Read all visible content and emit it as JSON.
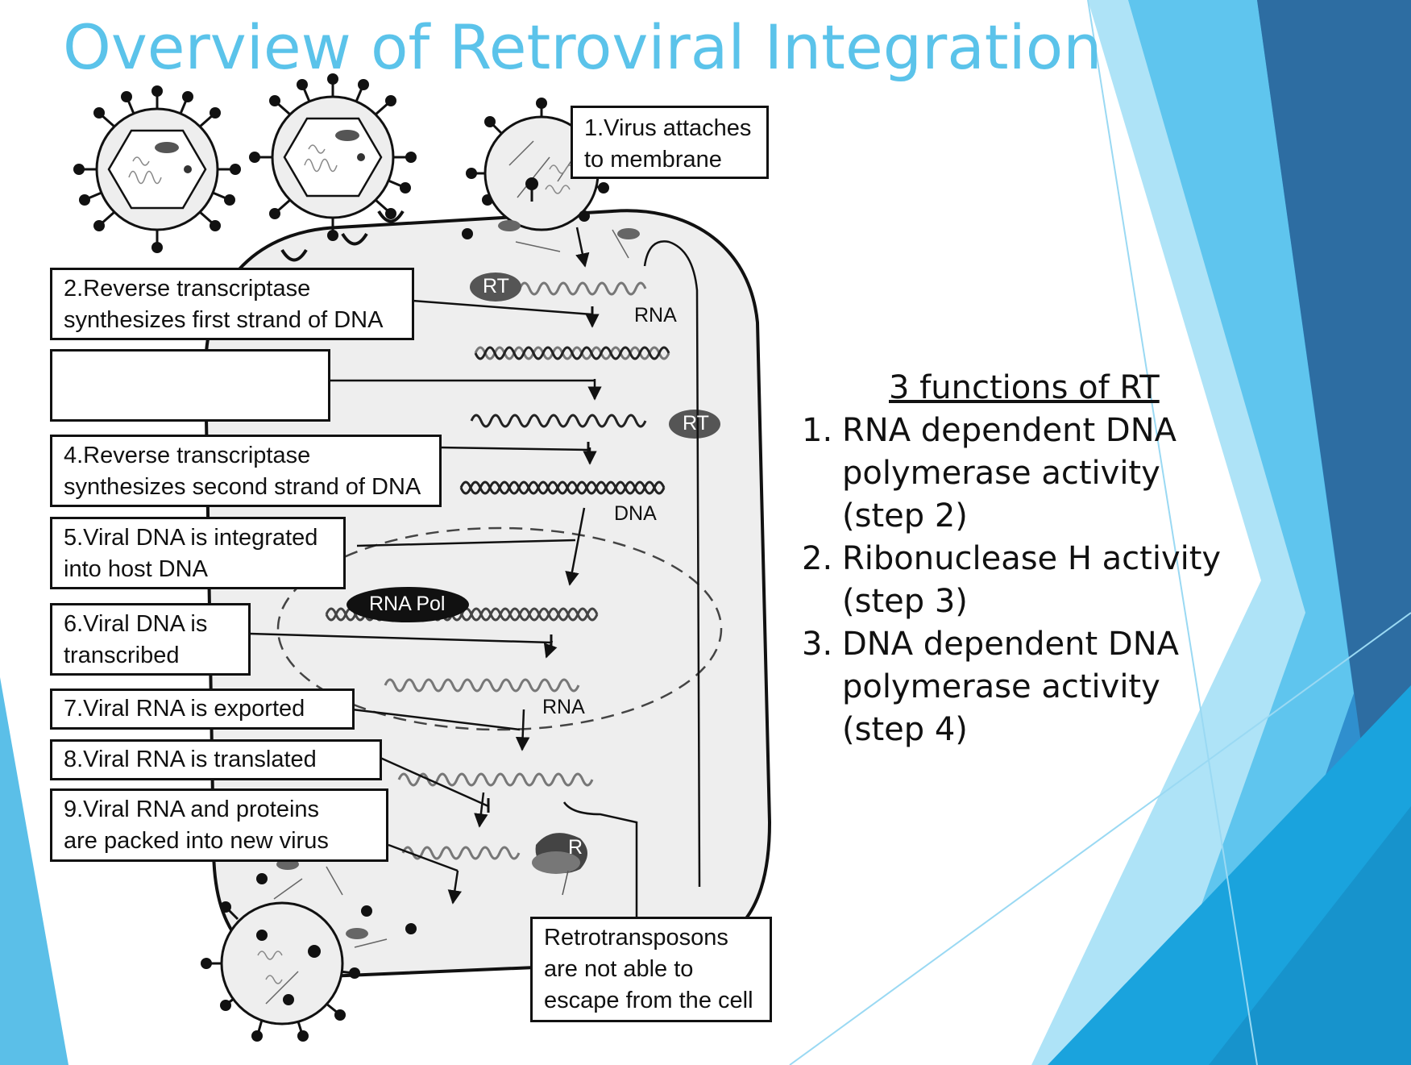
{
  "title": "Overview of Retroviral Integration",
  "steps": {
    "s1": [
      "1.Virus attaches",
      "to membrane"
    ],
    "s2": [
      "2.Reverse transcriptase",
      "synthesizes first strand of DNA"
    ],
    "s3": [
      "",
      ""
    ],
    "s4": [
      "4.Reverse transcriptase",
      "synthesizes second strand of DNA"
    ],
    "s5": [
      "5.Viral DNA is integrated",
      "into host DNA"
    ],
    "s6": [
      "6.Viral DNA is",
      "transcribed"
    ],
    "s7": [
      "7.Viral RNA is exported"
    ],
    "s8": [
      "8.Viral RNA is translated"
    ],
    "s9": [
      "9.Viral RNA and proteins",
      "are packed into new virus"
    ],
    "retro": [
      "Retrotransposons",
      "are not able to",
      "escape from the cell"
    ]
  },
  "labels": {
    "rt1": "RT",
    "rt2": "RT",
    "rna_top": "RNA",
    "dna": "DNA",
    "rna_pol": "RNA Pol",
    "rna_mid": "RNA",
    "ribosome": "R"
  },
  "functions": {
    "heading": "3 functions of RT",
    "items": [
      {
        "num": "1.",
        "lines": [
          "RNA dependent DNA",
          "polymerase activity",
          "(step 2)"
        ]
      },
      {
        "num": "2.",
        "lines": [
          "Ribonuclease H activity",
          "(step 3)"
        ]
      },
      {
        "num": "3.",
        "lines": [
          "DNA dependent DNA",
          "polymerase activity",
          "(step 4)"
        ]
      }
    ]
  },
  "colors": {
    "title": "#5bc3ea",
    "cell_fill": "#efefef",
    "dark_grey": "#555555",
    "blue_light": "#9ad9f3",
    "blue_mid": "#36a9e1",
    "blue_dark": "#2b6fa6"
  }
}
